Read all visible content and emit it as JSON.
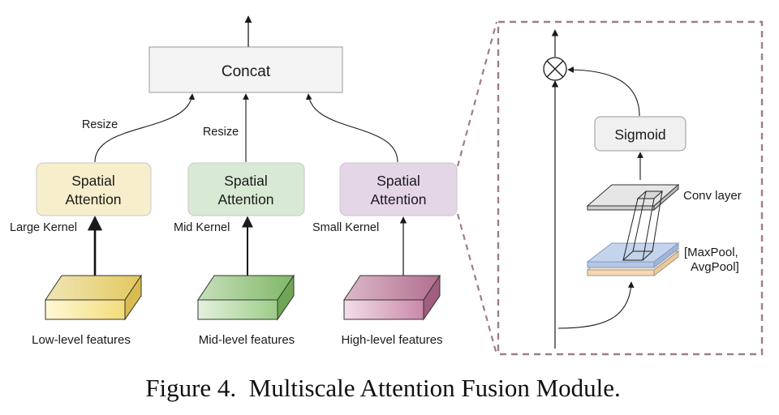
{
  "concat": {
    "label": "Concat"
  },
  "branches": [
    {
      "line1": "Spatial",
      "line2": "Attention",
      "kernel": "Large Kernel",
      "features": "Low-level features"
    },
    {
      "line1": "Spatial",
      "line2": "Attention",
      "kernel": "Mid Kernel",
      "features": "Mid-level features"
    },
    {
      "line1": "Spatial",
      "line2": "Attention",
      "kernel": "Small Kernel",
      "features": "High-level features"
    }
  ],
  "resize_labels": [
    "Resize",
    "Resize"
  ],
  "detail": {
    "sigmoid": "Sigmoid",
    "conv_layer": "Conv layer",
    "pool_line1": "[MaxPool,",
    "pool_line2": "AvgPool]"
  },
  "caption": "Figure 4.  Multiscale Attention Fusion Module.",
  "colors": {
    "low": "#f7eecb",
    "mid": "#d9ead4",
    "high": "#e4d5e7",
    "dashed_border": "#a07c8c"
  }
}
